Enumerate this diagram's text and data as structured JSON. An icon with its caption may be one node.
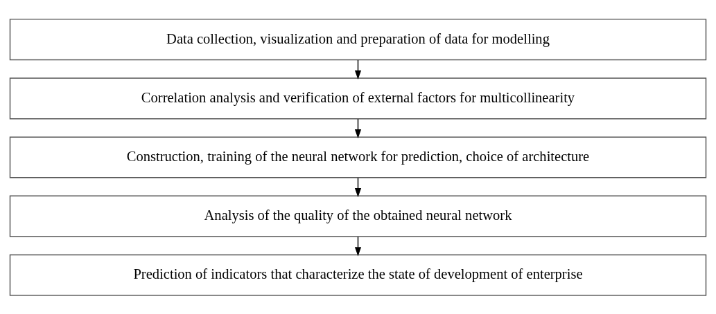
{
  "diagram": {
    "nodes": [
      {
        "text": [
          "Data collection, visualization and preparation of data for modelling"
        ]
      },
      {
        "text": [
          "Correlation analysis and verification of external factors for multicollinearity"
        ]
      },
      {
        "text": [
          "Construction, training of the neural network for prediction, choice of architecture"
        ]
      },
      {
        "text": [
          "Analysis of the quality of the obtained neural network"
        ]
      },
      {
        "text": [
          "Prediction of indicators that characterize the state of development of enterprise"
        ]
      }
    ],
    "edges": [
      {
        "from": 0,
        "to": 1,
        "arrow": "to"
      },
      {
        "from": 1,
        "to": 2,
        "arrow": "to"
      },
      {
        "from": 2,
        "to": 3,
        "arrow": "to"
      },
      {
        "from": 3,
        "to": 4,
        "arrow": "to"
      }
    ]
  }
}
